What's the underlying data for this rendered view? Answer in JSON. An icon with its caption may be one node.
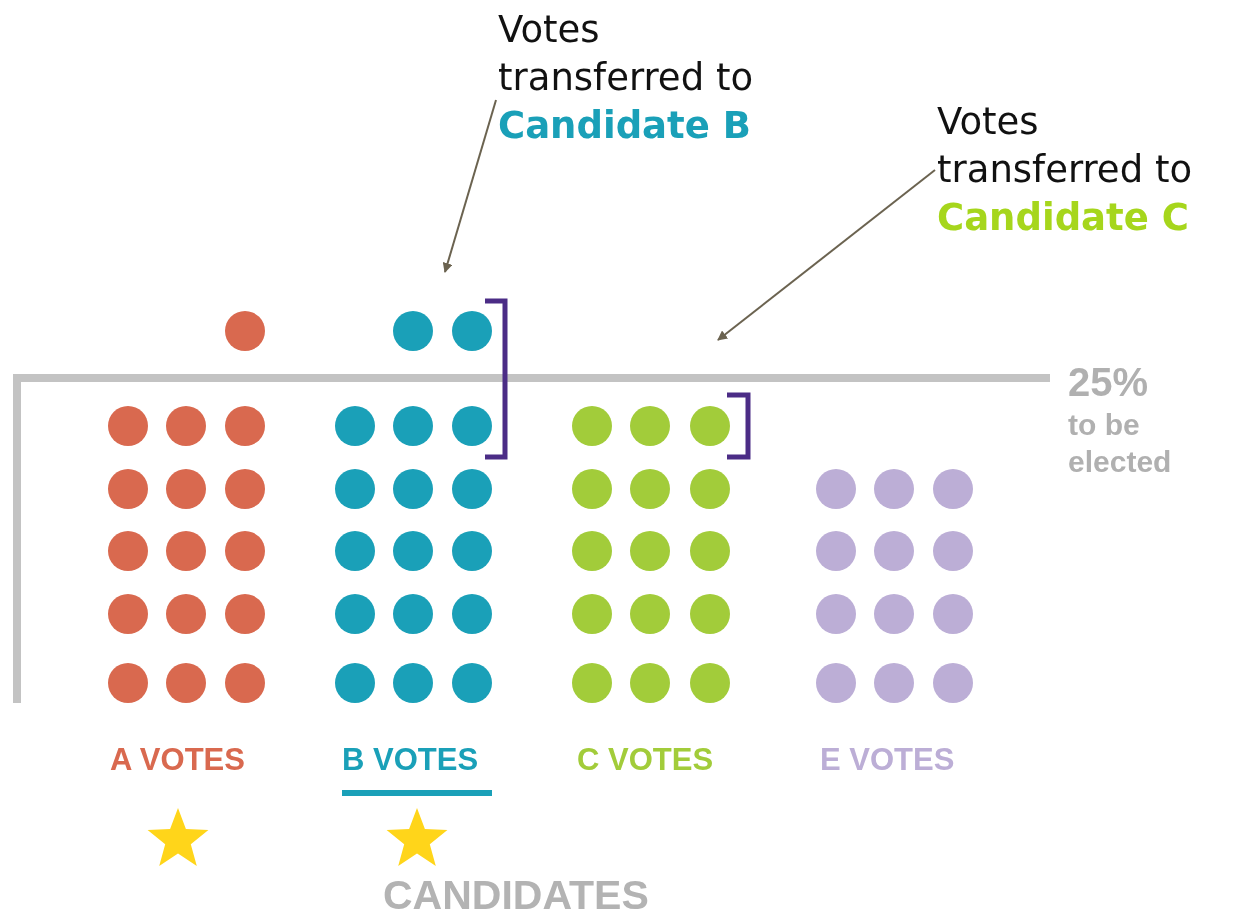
{
  "diagram": {
    "nodes": [
      {
        "text": [
          "Votes transferred to",
          "Candidate B"
        ]
      },
      {
        "text": [
          "Votes transferred to",
          "Candidate C"
        ]
      }
    ],
    "edges": [
      {
        "from": 0,
        "to": null,
        "arrow": "to"
      },
      {
        "from": 1,
        "to": null,
        "arrow": "to"
      }
    ],
    "labels": [
      "25%",
      "to be elected",
      "A VOTES",
      "B VOTES",
      "C VOTES",
      "E VOTES",
      "CANDIDATES"
    ]
  }
}
